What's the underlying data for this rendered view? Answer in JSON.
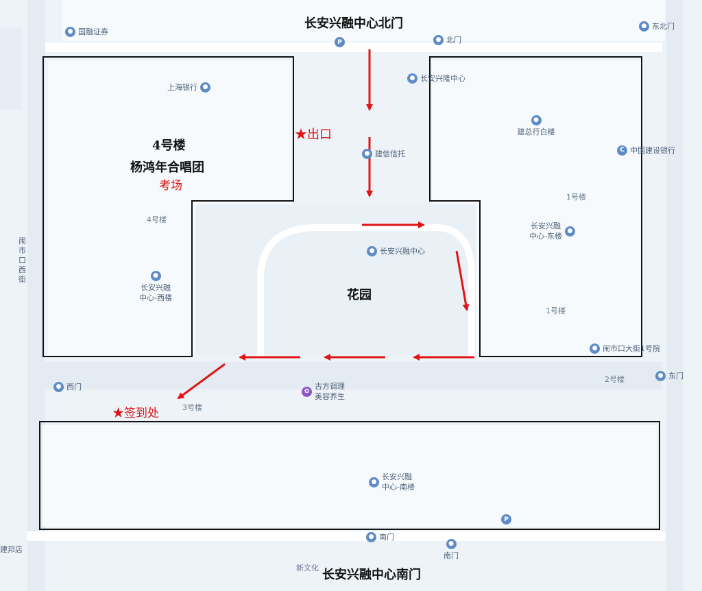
{
  "map": {
    "gates": {
      "north": "长安兴融中心北门",
      "south": "长安兴融中心南门"
    },
    "building4": {
      "line1": "4号楼",
      "line2": "杨鸿年合唱团",
      "line3": "考场"
    },
    "exit_label": "★出口",
    "checkin_label": "★签到处",
    "garden_label": "花园",
    "pois": {
      "guorong": "国融证券",
      "beimen": "北门",
      "dongbeimen": "东北门",
      "shanghai_bank": "上海银行",
      "xinglong": "长安兴隆中心",
      "jianzong": "建总行白楼",
      "jianxin": "建信信托",
      "ccb": "中国建设银行",
      "xingrong_center": "长安兴融中心",
      "west_line1": "长安兴融",
      "west_line2": "中心-西楼",
      "east_line1": "长安兴融",
      "east_line2": "中心-东楼",
      "south_line1": "长安兴融",
      "south_line2": "中心-南楼",
      "guyuan_line1": "古方调理",
      "guyuan_line2": "美容养生",
      "ximen": "西门",
      "dongmen": "东门",
      "nanmen": "南门",
      "nanmen2": "南门",
      "naoshikou": "闹市口大街1号院",
      "street_west": "闹市口西街",
      "xinwen": "新文化",
      "jian_store": "建邦店"
    },
    "building_names": {
      "b4": "4号楼",
      "b1a": "1号楼",
      "b1b": "1号楼",
      "b2": "2号楼",
      "b3": "3号楼"
    },
    "parking_icon": "parking-icon",
    "pin_icon": "location-pin-icon",
    "colors": {
      "route": "#e01515",
      "outline": "#111111",
      "map_bg": "#eef3f8",
      "pin": "#5f8cc7"
    }
  }
}
